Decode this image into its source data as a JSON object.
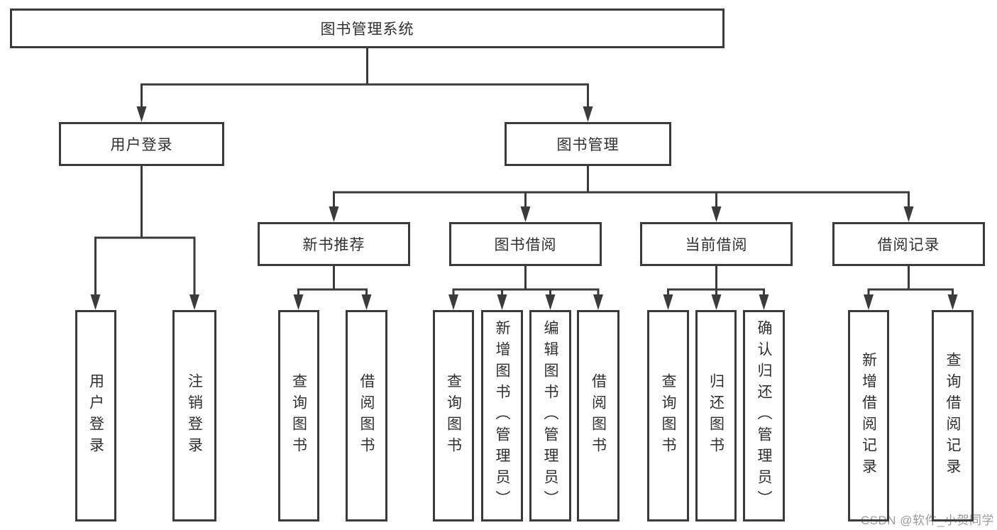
{
  "root": {
    "label": "图书管理系统"
  },
  "level2": [
    {
      "label": "用户登录"
    },
    {
      "label": "图书管理"
    }
  ],
  "level3": [
    {
      "label": "新书推荐",
      "parent": "图书管理"
    },
    {
      "label": "图书借阅",
      "parent": "图书管理"
    },
    {
      "label": "当前借阅",
      "parent": "图书管理"
    },
    {
      "label": "借阅记录",
      "parent": "图书管理"
    }
  ],
  "leaves": [
    {
      "label": "用户登录",
      "parent": "用户登录"
    },
    {
      "label": "注销登录",
      "parent": "用户登录"
    },
    {
      "label": "查询图书",
      "parent": "新书推荐"
    },
    {
      "label": "借阅图书",
      "parent": "新书推荐"
    },
    {
      "label": "查询图书",
      "parent": "图书借阅"
    },
    {
      "label": "新增图书（管理员）",
      "parent": "图书借阅"
    },
    {
      "label": "编辑图书（管理员）",
      "parent": "图书借阅"
    },
    {
      "label": "借阅图书",
      "parent": "图书借阅"
    },
    {
      "label": "查询图书",
      "parent": "当前借阅"
    },
    {
      "label": "归还图书",
      "parent": "当前借阅"
    },
    {
      "label": "确认归还（管理员）",
      "parent": "当前借阅"
    },
    {
      "label": "新增借阅记录",
      "parent": "借阅记录"
    },
    {
      "label": "查询借阅记录",
      "parent": "借阅记录"
    }
  ],
  "watermark": {
    "text": "CSDN @软件_小贺同学"
  },
  "colors": {
    "line": "#3b3b3b",
    "text": "#303030",
    "watermark": "#9b9b9b",
    "background": "#ffffff"
  }
}
